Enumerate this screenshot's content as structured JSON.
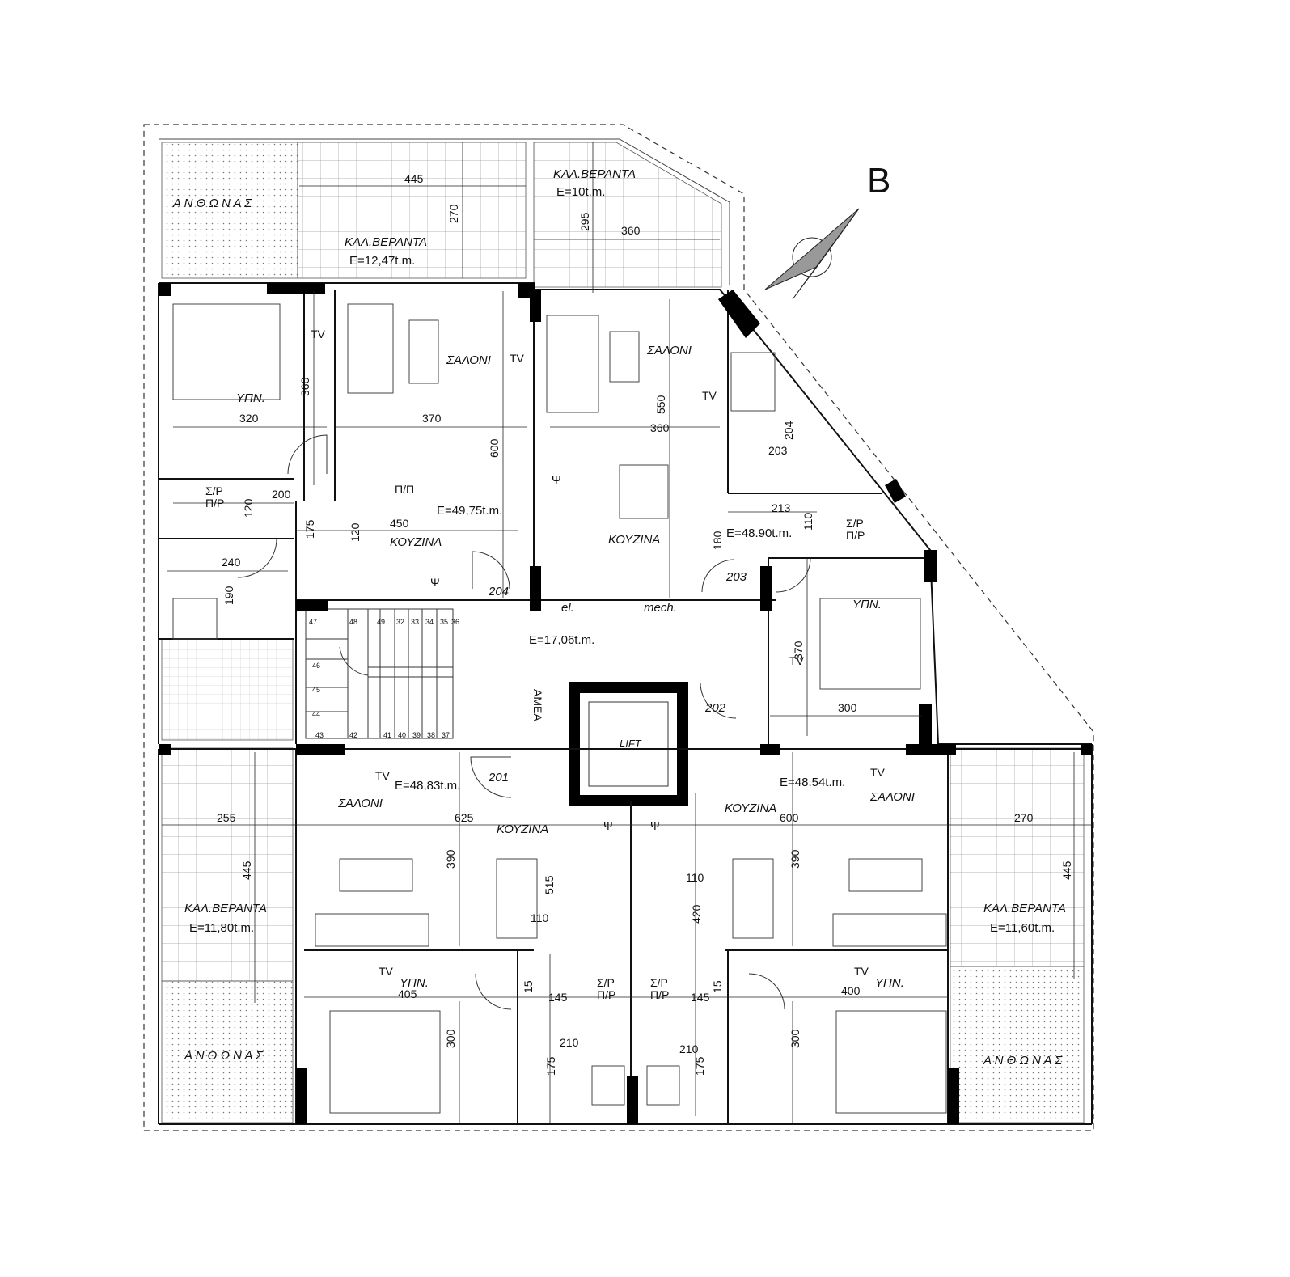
{
  "north_mark": "B",
  "rooms": {
    "top_left": {
      "veranda": "ΚΑΛ.ΒΕΡΑΝΤΑ",
      "veranda_area": "E=12,47t.m.",
      "garden": "Α Ν Θ Ω Ν Α Σ",
      "bedroom": "ΥΠΝ.",
      "living": "ΣΑΛΟΝΙ",
      "kitchen": "ΚΟΥΖΙΝΑ",
      "area": "E=49,75t.m.",
      "wd": "Σ/Ρ",
      "wd2": "Π/Ρ",
      "pp": "Π/Π"
    },
    "top_right": {
      "veranda": "ΚΑΛ.ΒΕΡΑΝΤΑ",
      "veranda_area": "E=10t.m.",
      "living": "ΣΑΛΟΝΙ",
      "kitchen": "ΚΟΥΖΙΝΑ",
      "area": "E=48.90t.m.",
      "bedroom": "ΥΠΝ.",
      "wd": "Σ/Ρ",
      "wd2": "Π/Ρ"
    },
    "core": {
      "lobby_area": "E=17,06t.m.",
      "lift": "LIFT",
      "amea": "ΑΜΕΑ",
      "el": "el.",
      "mech": "mech.",
      "stairs": [
        "47",
        "48",
        "49",
        "32",
        "33",
        "34",
        "35",
        "36",
        "46",
        "45",
        "44",
        "43",
        "42",
        "41",
        "40",
        "39",
        "38",
        "37"
      ]
    },
    "bottom_left": {
      "area": "E=48,83t.m.",
      "living": "ΣΑΛΟΝΙ",
      "kitchen": "ΚΟΥΖΙΝΑ",
      "bedroom": "ΥΠΝ.",
      "veranda": "ΚΑΛ.ΒΕΡΑΝΤΑ",
      "veranda_area": "E=11,80t.m.",
      "garden": "Α Ν Θ Ω Ν Α Σ",
      "wd": "Σ/Ρ",
      "wd2": "Π/Ρ"
    },
    "bottom_right": {
      "area": "E=48.54t.m.",
      "living": "ΣΑΛΟΝΙ",
      "kitchen": "ΚΟΥΖΙΝΑ",
      "bedroom": "ΥΠΝ.",
      "veranda": "ΚΑΛ.ΒΕΡΑΝΤΑ",
      "veranda_area": "E=11,60t.m.",
      "garden": "Α Ν Θ Ω Ν Α Σ",
      "wd": "Σ/Ρ",
      "wd2": "Π/Ρ"
    }
  },
  "doors": {
    "d201": "201",
    "d202": "202",
    "d203": "203",
    "d204": "204"
  },
  "symbols": {
    "tv": "TV",
    "psi": "Ψ"
  },
  "dimensions": {
    "tl_445": "445",
    "tl_270": "270",
    "tl_320": "320",
    "tl_360": "360",
    "tl_370": "370",
    "tl_600": "600",
    "tl_200": "200",
    "tl_120a": "120",
    "tl_175": "175",
    "tl_450": "450",
    "tl_120b": "120",
    "tl_240": "240",
    "tl_190": "190",
    "tr_295": "295",
    "tr_360a": "360",
    "tr_550": "550",
    "tr_360b": "360",
    "tr_204": "204",
    "tr_203": "203",
    "tr_213": "213",
    "tr_110": "110",
    "tr_180": "180",
    "tr_370": "370",
    "tr_300": "300",
    "bl_255": "255",
    "bl_625": "625",
    "bl_445": "445",
    "bl_390": "390",
    "bl_515": "515",
    "bl_110": "110",
    "bl_405": "405",
    "bl_15": "15",
    "bl_145": "145",
    "bl_300": "300",
    "bl_210": "210",
    "bl_175": "175",
    "br_600": "600",
    "br_270": "270",
    "br_390": "390",
    "br_445": "445",
    "br_110": "110",
    "br_420": "420",
    "br_400": "400",
    "br_15": "15",
    "br_145": "145",
    "br_300": "300",
    "br_210": "210",
    "br_175": "175"
  }
}
